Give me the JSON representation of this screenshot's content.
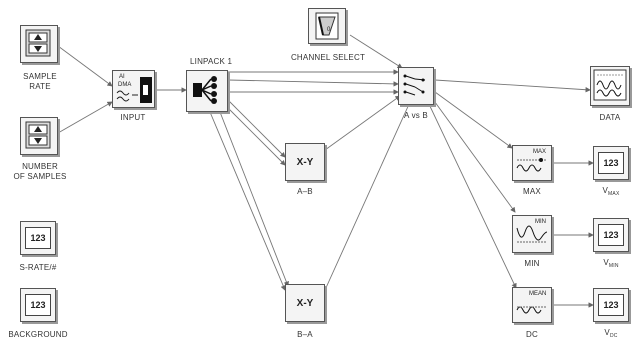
{
  "nodes": {
    "sample_rate": {
      "label": "SAMPLE\nRATE"
    },
    "number_samples": {
      "label": "NUMBER\nOF SAMPLES"
    },
    "input": {
      "label": "INPUT",
      "tag1": "AI",
      "tag2": "DMA"
    },
    "linpack": {
      "label": "LINPACK 1"
    },
    "channel_select": {
      "label": "CHANNEL SELECT",
      "switch_text": "0"
    },
    "avsb": {
      "label": "A vs B"
    },
    "data": {
      "label": "DATA"
    },
    "xy_top": {
      "text": "X-Y",
      "label": "A–B"
    },
    "xy_bottom": {
      "text": "X-Y",
      "label": "B–A"
    },
    "max": {
      "label": "MAX",
      "tag": "MAX"
    },
    "min": {
      "label": "MIN",
      "tag": "MIN"
    },
    "dc": {
      "label": "DC",
      "tag": "MEAN"
    },
    "vmax": {
      "value": "123",
      "label_main": "V",
      "label_sub": "MAX"
    },
    "vmin": {
      "value": "123",
      "label_main": "V",
      "label_sub": "MIN"
    },
    "vdc": {
      "value": "123",
      "label_main": "V",
      "label_sub": "DC"
    },
    "srate": {
      "value": "123",
      "label": "S-RATE/#"
    },
    "background": {
      "value": "123",
      "label": "BACKGROUND"
    }
  }
}
